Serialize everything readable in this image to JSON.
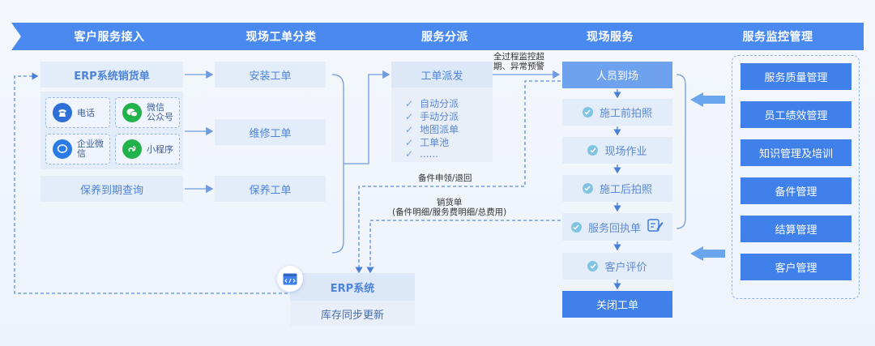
{
  "stages": [
    "客户服务接入",
    "现场工单分类",
    "服务分派",
    "现场服务",
    "服务监控管理"
  ],
  "access": {
    "erp_order": "ERP系统销货单",
    "phone": "电话",
    "wechat_official": "微信\n公众号",
    "wecom": "企业微\n信",
    "miniprogram": "小程序",
    "maintenance_query": "保养到期查询"
  },
  "tickets": [
    "安装工单",
    "维修工单",
    "保养工单"
  ],
  "dispatch": {
    "title": "工单派发",
    "methods": [
      "自动分派",
      "手动分派",
      "地图派单",
      "工单池",
      "......"
    ]
  },
  "notes": {
    "monitor": "全过程监控超\n期、异常预警",
    "parts": "备件申领/退回",
    "sales": "销货单\n(备件明细/服务费明细/总费用)"
  },
  "field_steps": [
    "人员到场",
    "施工前拍照",
    "现场作业",
    "施工后拍照",
    "服务回执单",
    "客户评价",
    "关闭工单"
  ],
  "erp": {
    "title": "ERP系统",
    "sync": "库存同步更新"
  },
  "monitoring": [
    "服务质量管理",
    "员工绩效管理",
    "知识管理及培训",
    "备件管理",
    "结算管理",
    "客户管理"
  ],
  "colors": {
    "accent": "#3f80ea",
    "light": "#e3ecf9",
    "check": "#7fc4e2"
  }
}
